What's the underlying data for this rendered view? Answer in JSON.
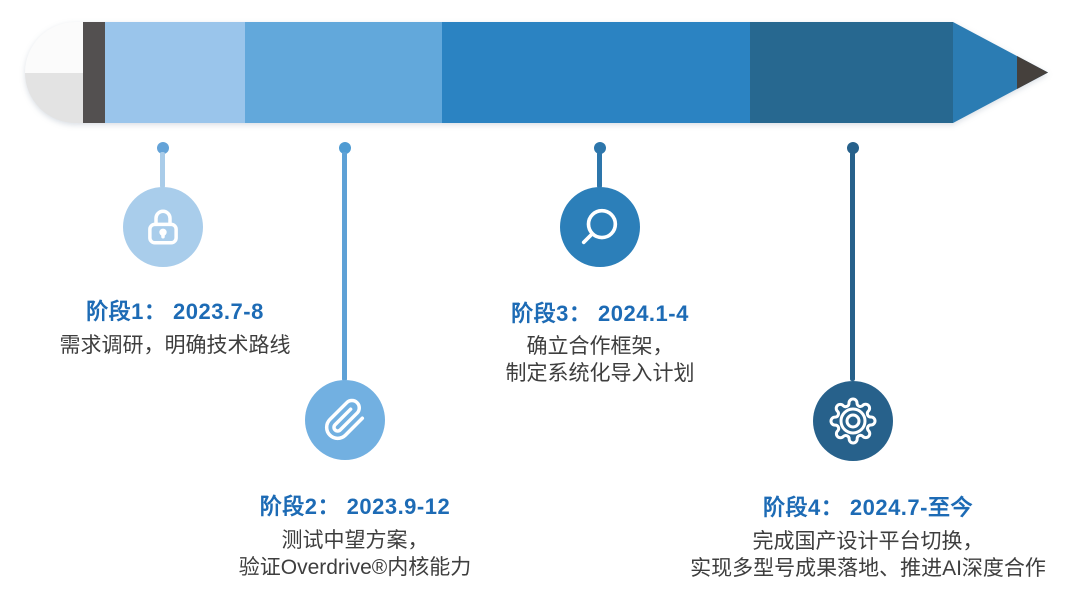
{
  "background_color": "#ffffff",
  "title_color": "#1d6bb5",
  "desc_color": "#3e3e3e",
  "pencil": {
    "eraser_top_color": "#fbfbfb",
    "eraser_bottom_color": "#e3e3e3",
    "ferrule_color": "#535050",
    "segment_colors": [
      "#9ac5eb",
      "#62a8db",
      "#2b83c2",
      "#276890"
    ],
    "tip_color": "#2b7cb3",
    "graphite_color": "#45403c"
  },
  "stages": [
    {
      "icon": "lock-icon",
      "title": "阶段1： 2023.7-8",
      "desc_line1": "需求调研，明确技术路线",
      "desc_line2": "",
      "dot_color": "#64a3d8",
      "line_color": "#a9cce9",
      "circle_color": "#a9cdeb"
    },
    {
      "icon": "paperclip-icon",
      "title": "阶段2： 2023.9-12",
      "desc_line1": "测试中望方案，",
      "desc_line2": "验证Overdrive®内核能力",
      "dot_color": "#4f9bd3",
      "line_color": "#5ea1d6",
      "circle_color": "#72b0e1"
    },
    {
      "icon": "magnifier-icon",
      "title": "阶段3： 2024.1-4",
      "desc_line1": "确立合作框架，",
      "desc_line2": "制定系统化导入计划",
      "dot_color": "#2d76ab",
      "line_color": "#2d76ab",
      "circle_color": "#2c7fb9"
    },
    {
      "icon": "gear-icon",
      "title": "阶段4： 2024.7-至今",
      "desc_line1": "完成国产设计平台切换，",
      "desc_line2": "实现多型号成果落地、推进AI深度合作",
      "dot_color": "#27618b",
      "line_color": "#27618b",
      "circle_color": "#27618b"
    }
  ]
}
